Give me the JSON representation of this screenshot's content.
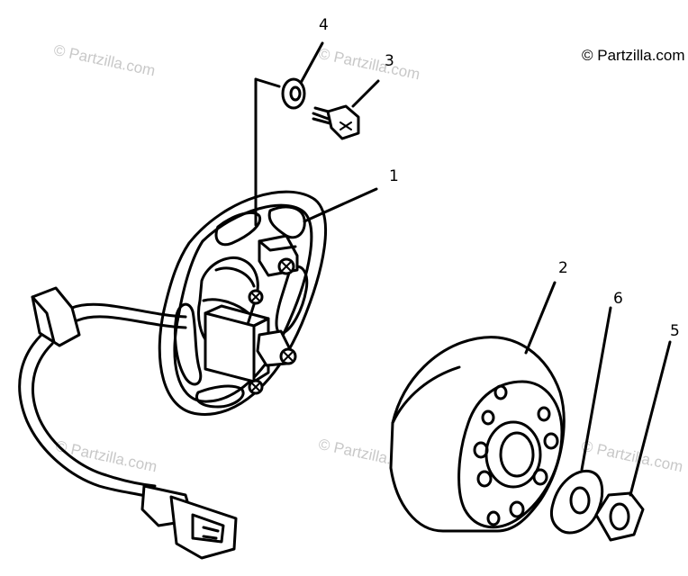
{
  "watermarks": {
    "top_right": "© Partzilla.com",
    "faint": "© Partzilla.com"
  },
  "callouts": {
    "part1": "1",
    "part2": "2",
    "part3": "3",
    "part4": "4",
    "part5": "5",
    "part6": "6"
  },
  "colors": {
    "line": "#000000",
    "background": "#ffffff",
    "watermark": "#c8c8c8"
  }
}
